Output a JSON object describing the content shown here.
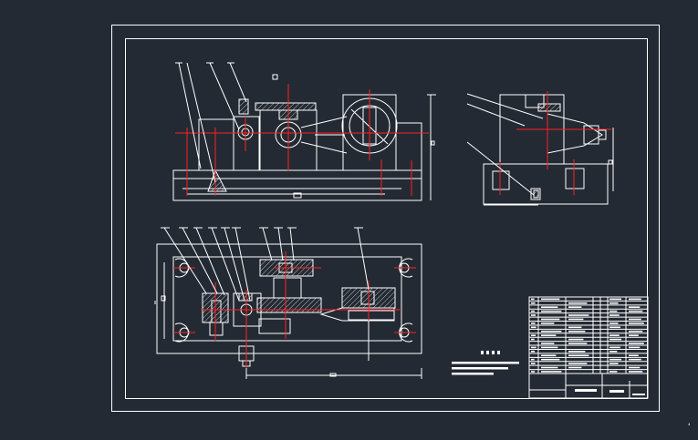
{
  "drawing": {
    "colors": {
      "background": "#232a33",
      "outline": "#ffffff",
      "centerline": "#ff2020",
      "dimension": "#e8e800"
    },
    "views": [
      "front-view",
      "side-view",
      "top-view"
    ],
    "title_block": {
      "rows": 19,
      "columns": 8
    },
    "corner_mark": "⁴"
  }
}
